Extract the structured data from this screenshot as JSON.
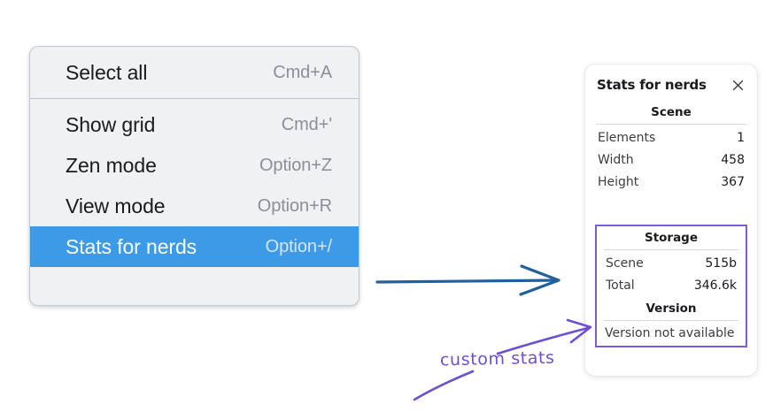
{
  "context_menu": {
    "groups": [
      {
        "items": [
          {
            "label": "Select all",
            "shortcut": "Cmd+A",
            "selected": false
          }
        ]
      },
      {
        "items": [
          {
            "label": "Show grid",
            "shortcut": "Cmd+'",
            "selected": false
          },
          {
            "label": "Zen mode",
            "shortcut": "Option+Z",
            "selected": false
          },
          {
            "label": "View mode",
            "shortcut": "Option+R",
            "selected": false
          },
          {
            "label": "Stats for nerds",
            "shortcut": "Option+/",
            "selected": true
          }
        ]
      }
    ],
    "highlight_color": "#3d9ae6"
  },
  "stats_panel": {
    "title": "Stats for nerds",
    "close_icon": "close-icon",
    "scene": {
      "heading": "Scene",
      "rows": [
        {
          "key": "Elements",
          "value": "1"
        },
        {
          "key": "Width",
          "value": "458"
        },
        {
          "key": "Height",
          "value": "367"
        }
      ]
    },
    "storage": {
      "heading": "Storage",
      "rows": [
        {
          "key": "Scene",
          "value": "515b"
        },
        {
          "key": "Total",
          "value": "346.6k"
        }
      ]
    },
    "version": {
      "heading": "Version",
      "value": "Version not available"
    },
    "custom_outline_color": "#7b5bd6"
  },
  "annotations": {
    "handwritten_label": "custom stats",
    "arrow_blue_color": "#215f9e",
    "arrow_purple_color": "#6d4fd3"
  }
}
